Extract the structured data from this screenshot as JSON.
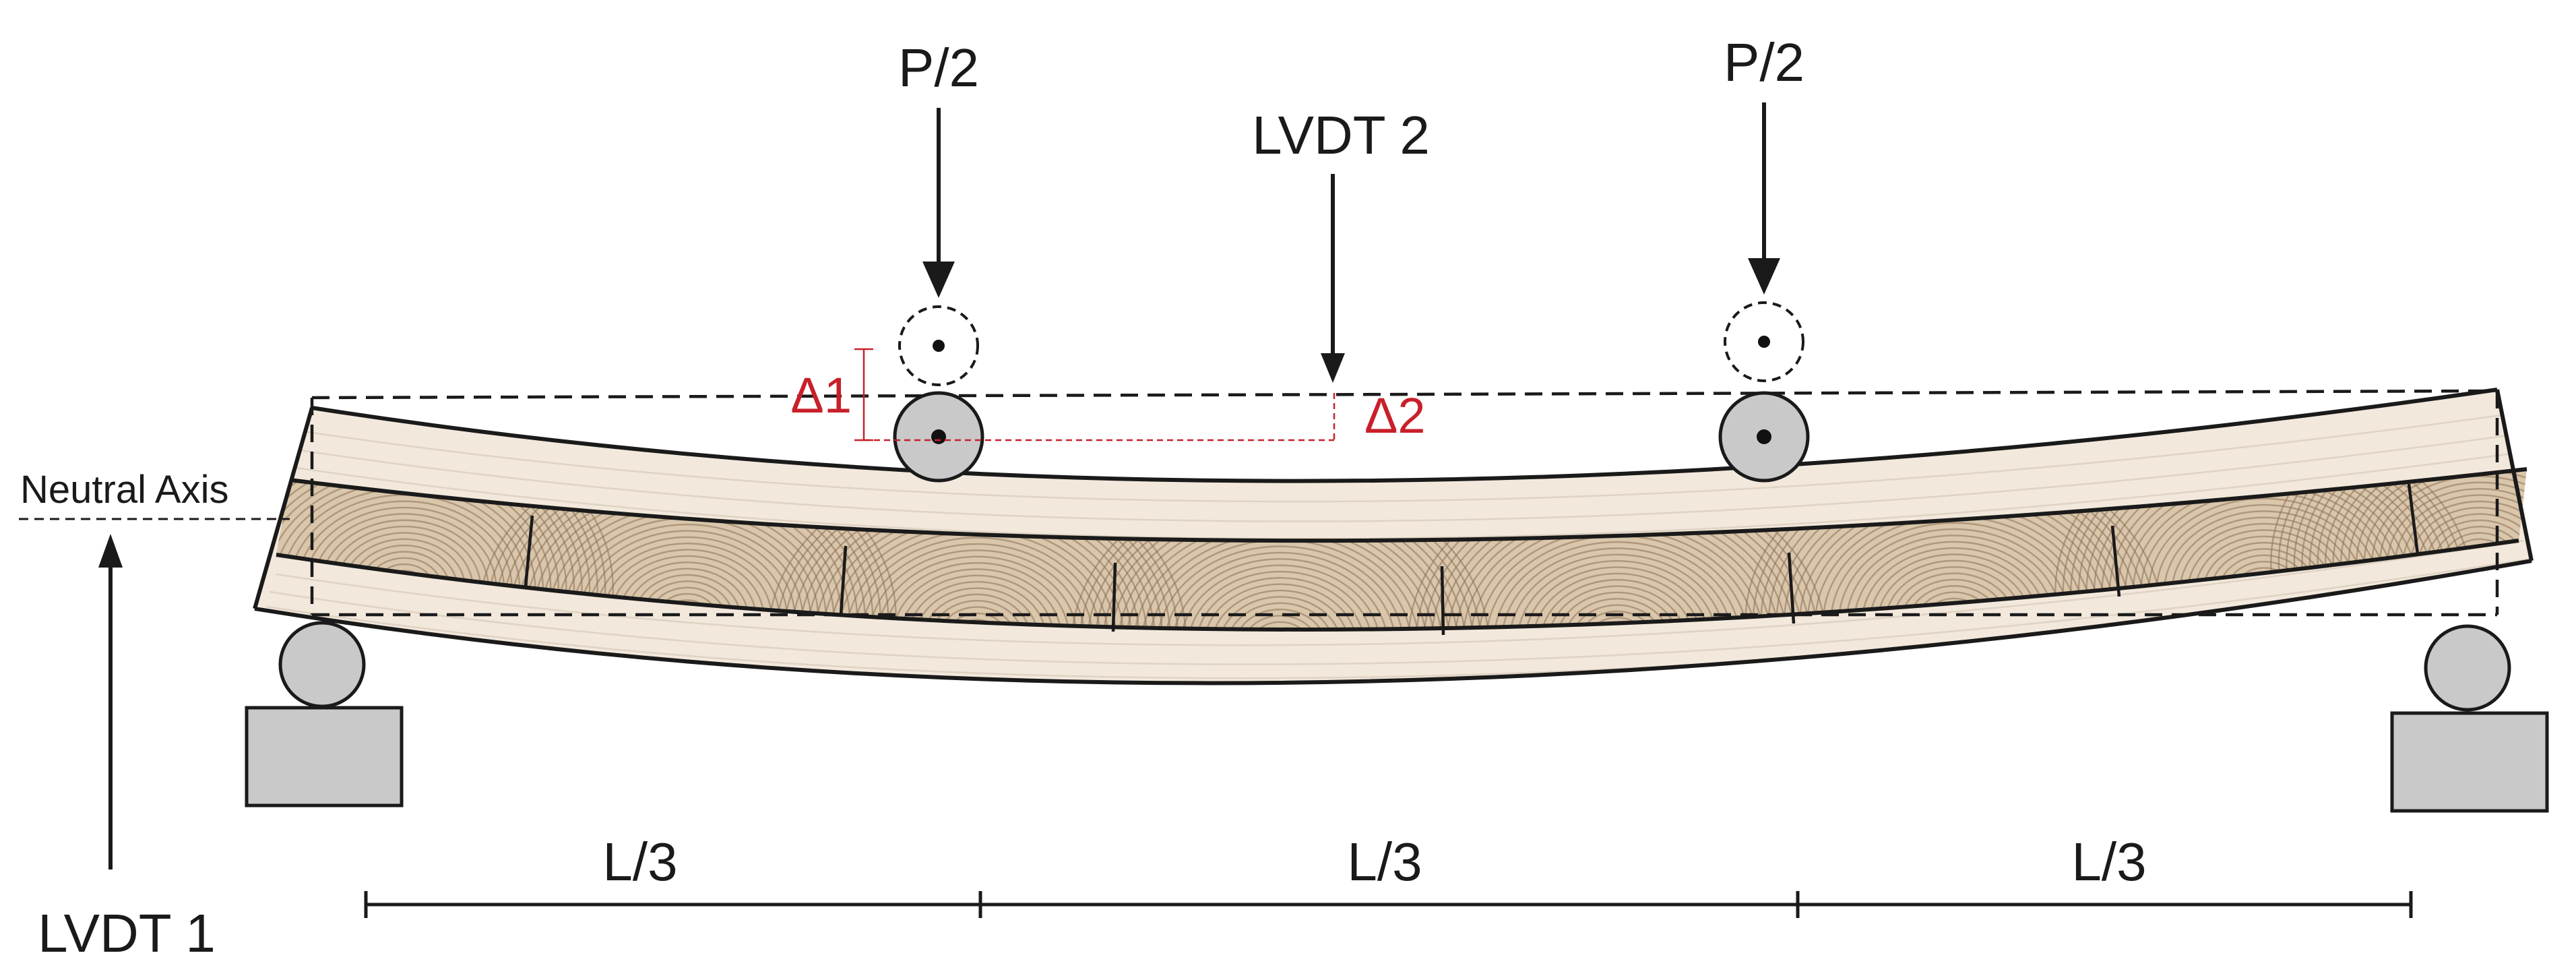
{
  "labels": {
    "load_left": "P/2",
    "load_right": "P/2",
    "lvdt_2": "LVDT 2",
    "lvdt_1": "LVDT 1",
    "neutral_axis": "Neutral Axis",
    "delta_1": "Δ1",
    "delta_2": "Δ2",
    "span_left": "L/3",
    "span_middle": "L/3",
    "span_right": "L/3"
  },
  "colors": {
    "ink": "#1a1a1a",
    "deflection_marker": "#c8202a",
    "outer_lamination": "#f2e8dc",
    "core_lamination": "#d9c6ab",
    "roller_fill": "#c9c9c9"
  }
}
